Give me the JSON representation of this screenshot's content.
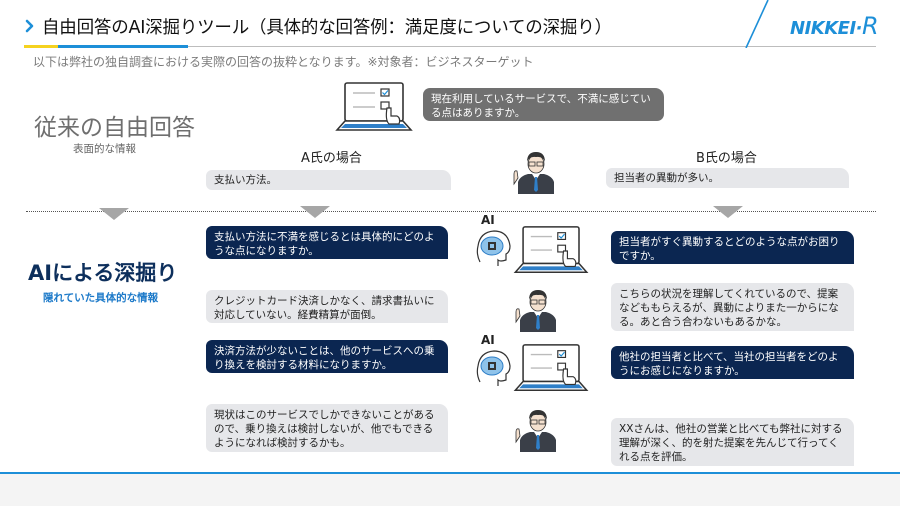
{
  "header": {
    "title": "自由回答のAI深掘りツール（具体的な回答例：満足度についての深掘り）",
    "subtitle": "以下は弊社の独自調査における実際の回答の抜粋となります。※対象者：ビジネスターゲット",
    "logo_main": "NIKKEI·",
    "logo_r": "R"
  },
  "left_labels": {
    "conventional_title": "従来の自由回答",
    "conventional_sub": "表面的な情報",
    "ai_title": "AIによる深掘り",
    "ai_sub": "隠れていた具体的な情報"
  },
  "main_question": "現在利用しているサービスで、不満に感じている点はありますか。",
  "columns": {
    "a": {
      "header": "A氏の場合",
      "initial_answer": "支払い方法。",
      "ai_question_1": "支払い方法に不満を感じるとは具体的にどのような点になりますか。",
      "reply_1": "クレジットカード決済しかなく、請求書払いに対応していない。経費精算が面倒。",
      "ai_question_2": "決済方法が少ないことは、他のサービスへの乗り換えを検討する材料になりますか。",
      "reply_2": "現状はこのサービスでしかできないことがあるので、乗り換えは検討しないが、他でもできるようになれば検討するかも。"
    },
    "b": {
      "header": "B氏の場合",
      "initial_answer": "担当者の異動が多い。",
      "ai_question_1": "担当者がすぐ異動するとどのような点がお困りですか。",
      "reply_1": "こちらの状況を理解してくれているので、提案などももらえるが、異動によりまた一からになる。あと合う合わないもあるかな。",
      "ai_question_2": "他社の担当者と比べて、当社の担当者をどのようにお感じになりますか。",
      "reply_2": "XXさんは、他社の営業と比べても弊社に対する理解が深く、的を射た提案を先んじて行ってくれる点を評価。"
    }
  },
  "ai_labels": [
    "AI",
    "AI"
  ],
  "colors": {
    "accent_blue": "#1d8fd8",
    "accent_yellow": "#f5d21f",
    "navy_bubble": "#0b2651",
    "gray_bubble": "#e6e7ea",
    "question_bubble": "#707070",
    "ai_title": "#0d2f5c"
  },
  "icons": [
    "chevron-right-icon",
    "laptop-survey-icon",
    "businessman-icon",
    "ai-brain-icon",
    "down-arrow-icon"
  ]
}
